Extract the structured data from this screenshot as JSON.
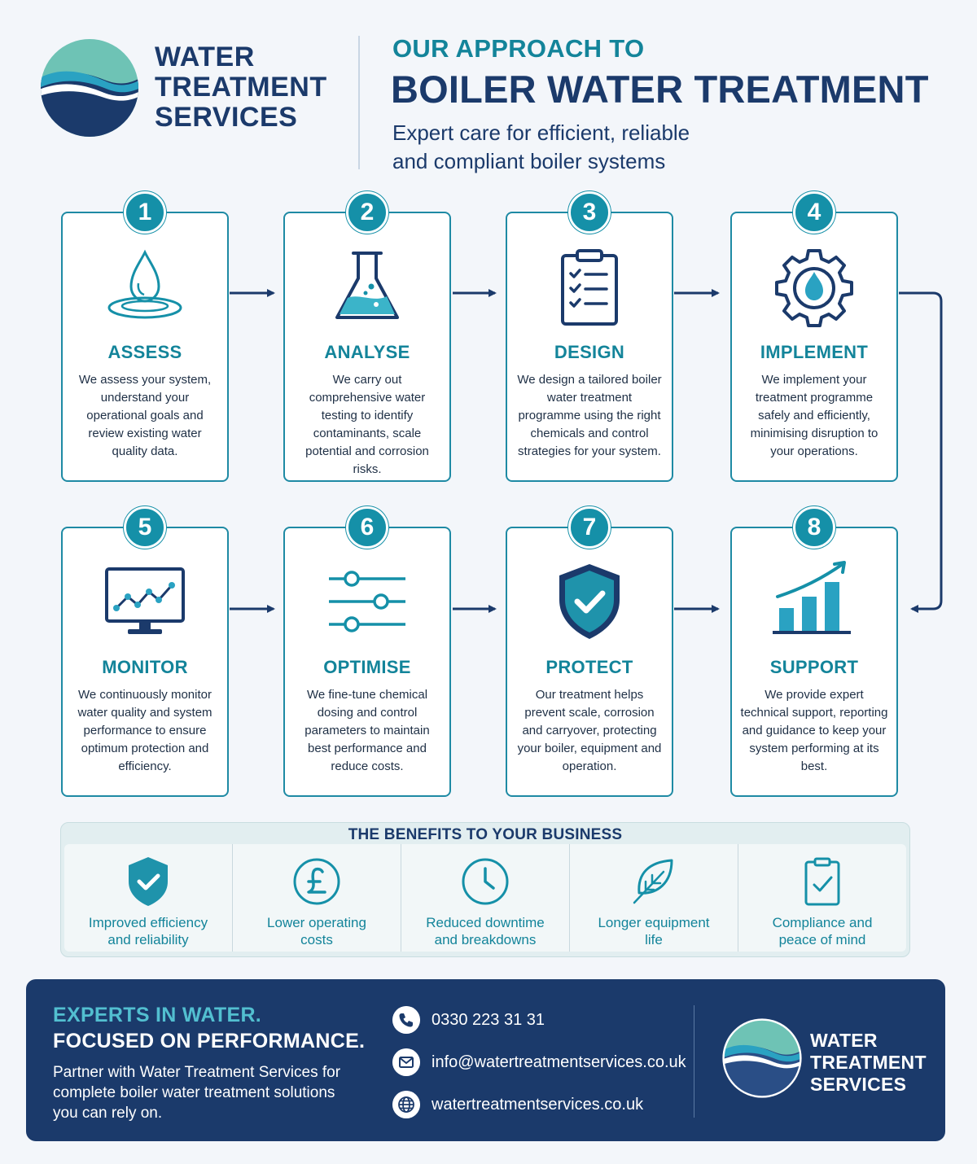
{
  "header": {
    "brand_lines": [
      "WATER",
      "TREATMENT",
      "SERVICES"
    ],
    "kicker": "OUR APPROACH TO",
    "title": "BOILER WATER TREATMENT",
    "subtitle_lines": [
      "Expert care for efficient, reliable",
      "and compliant boiler systems"
    ]
  },
  "steps": [
    {
      "number": "1",
      "title": "ASSESS",
      "icon": "water-drop-icon",
      "text": "We assess your system, understand your operational goals and review existing water quality data."
    },
    {
      "number": "2",
      "title": "ANALYSE",
      "icon": "flask-icon",
      "text": "We carry out comprehensive water testing to identify contaminants, scale potential and corrosion risks."
    },
    {
      "number": "3",
      "title": "DESIGN",
      "icon": "clipboard-checklist-icon",
      "text": "We design a tailored boiler water treatment programme using the right chemicals and control strategies for your system."
    },
    {
      "number": "4",
      "title": "IMPLEMENT",
      "icon": "gear-drop-icon",
      "text": "We implement your treatment programme safely and efficiently, minimising disruption to your operations."
    },
    {
      "number": "5",
      "title": "MONITOR",
      "icon": "monitor-chart-icon",
      "text": "We continuously monitor water quality and system performance to ensure optimum protection and efficiency."
    },
    {
      "number": "6",
      "title": "OPTIMISE",
      "icon": "sliders-icon",
      "text": "We fine-tune chemical dosing and control parameters to maintain best performance and reduce costs."
    },
    {
      "number": "7",
      "title": "PROTECT",
      "icon": "shield-check-icon",
      "text": "Our treatment helps prevent scale, corrosion and carryover, protecting your boiler, equipment and operation."
    },
    {
      "number": "8",
      "title": "SUPPORT",
      "icon": "growth-chart-icon",
      "text": "We provide expert technical support, reporting and guidance to keep your system performing at its best."
    }
  ],
  "benefits": {
    "title": "THE BENEFITS TO YOUR BUSINESS",
    "items": [
      {
        "icon": "shield-check-icon",
        "line1": "Improved efficiency",
        "line2": "and reliability"
      },
      {
        "icon": "pound-coin-icon",
        "line1": "Lower operating",
        "line2": "costs"
      },
      {
        "icon": "clock-icon",
        "line1": "Reduced downtime",
        "line2": "and breakdowns"
      },
      {
        "icon": "leaf-icon",
        "line1": "Longer equipment",
        "line2": "life"
      },
      {
        "icon": "clipboard-check-icon",
        "line1": "Compliance and",
        "line2": "peace of mind"
      }
    ]
  },
  "footer": {
    "heading1": "EXPERTS IN WATER.",
    "heading2": "FOCUSED ON PERFORMANCE.",
    "text": "Partner with Water Treatment Services for complete boiler water treatment solutions you can rely on.",
    "phone": "0330 223 31 31",
    "email": "info@watertreatmentservices.co.uk",
    "website": "watertreatmentservices.co.uk",
    "brand_lines": [
      "WATER",
      "TREATMENT",
      "SERVICES"
    ]
  },
  "colors": {
    "navy": "#1b3a6b",
    "teal": "#13849a",
    "light_teal": "#52bfd0",
    "background": "#f3f6fa"
  }
}
